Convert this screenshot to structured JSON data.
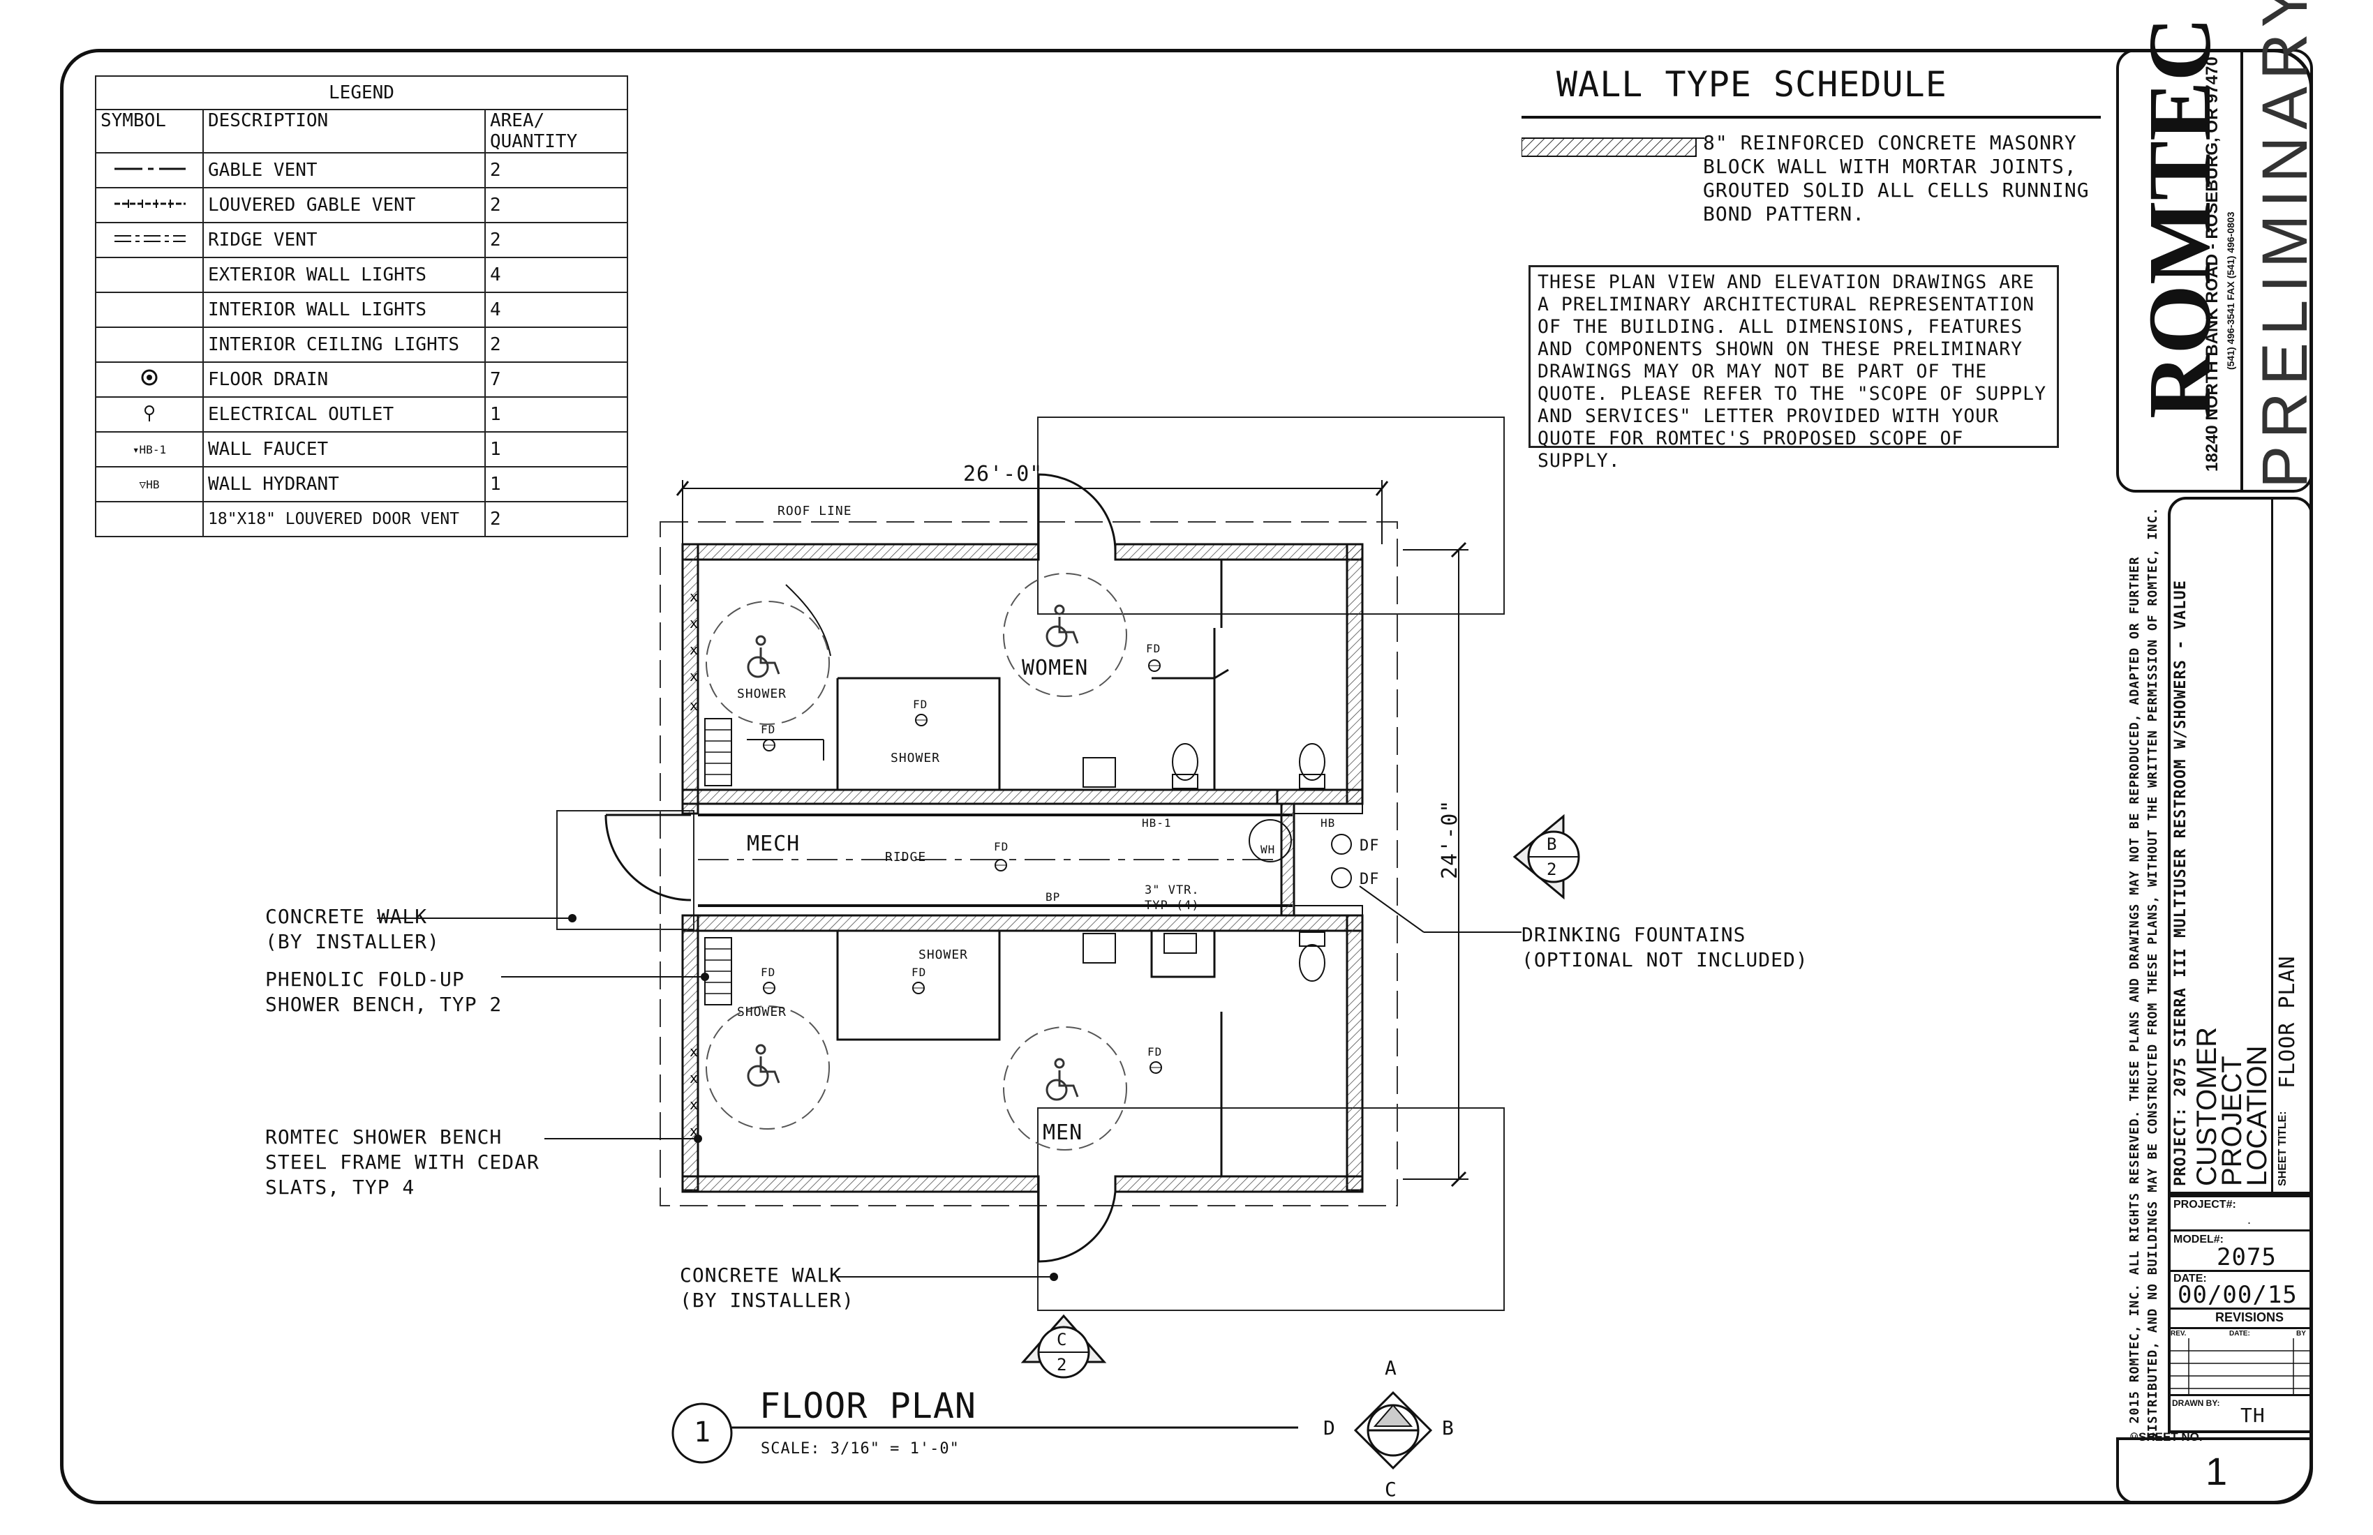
{
  "legend": {
    "title": "LEGEND",
    "headers": [
      "SYMBOL",
      "DESCRIPTION",
      "AREA/\nQUANTITY"
    ],
    "rows": [
      {
        "symbol": "gable-vent-line",
        "description": "GABLE VENT",
        "qty": "2"
      },
      {
        "symbol": "louvered-gable-vent-line",
        "description": "LOUVERED GABLE VENT",
        "qty": "2"
      },
      {
        "symbol": "ridge-vent-line",
        "description": "RIDGE VENT",
        "qty": "2"
      },
      {
        "symbol": "",
        "description": "EXTERIOR WALL LIGHTS",
        "qty": "4"
      },
      {
        "symbol": "",
        "description": "INTERIOR WALL LIGHTS",
        "qty": "4"
      },
      {
        "symbol": "",
        "description": "INTERIOR CEILING LIGHTS",
        "qty": "2"
      },
      {
        "symbol": "floor-drain-circle",
        "description": "FLOOR DRAIN",
        "qty": "7"
      },
      {
        "symbol": "outlet-symbol",
        "description": "ELECTRICAL OUTLET",
        "qty": "1"
      },
      {
        "symbol": "HB-1",
        "description": "WALL FAUCET",
        "qty": "1"
      },
      {
        "symbol": "HB",
        "description": "WALL HYDRANT",
        "qty": "1"
      },
      {
        "symbol": "",
        "description": "18\"X18\" LOUVERED DOOR VENT",
        "qty": "2"
      }
    ]
  },
  "wall_schedule": {
    "title": "WALL TYPE SCHEDULE",
    "description": "8\" REINFORCED CONCRETE MASONRY BLOCK WALL WITH MORTAR JOINTS, GROUTED SOLID ALL CELLS RUNNING BOND PATTERN."
  },
  "note": "THESE PLAN VIEW AND ELEVATION DRAWINGS ARE A PRELIMINARY ARCHITECTURAL REPRESENTATION OF THE BUILDING. ALL DIMENSIONS, FEATURES AND COMPONENTS SHOWN ON THESE PRELIMINARY DRAWINGS MAY OR MAY NOT BE PART OF THE QUOTE. PLEASE REFER TO THE \"SCOPE OF SUPPLY AND SERVICES\" LETTER PROVIDED WITH YOUR QUOTE FOR ROMTEC'S PROPOSED SCOPE OF SUPPLY.",
  "plan": {
    "dim_width": "26'-0\"",
    "dim_depth": "24'-0\"",
    "roof_line": "ROOF LINE",
    "rooms": {
      "women": "WOMEN",
      "men": "MEN",
      "mech": "MECH"
    },
    "shower": "SHOWER",
    "fd": "FD",
    "ridge": "RIDGE",
    "hb1": "HB-1",
    "hb": "HB",
    "bp": "BP",
    "vtr": "3\" VTR.",
    "vtr_typ": "TYP (4)",
    "wh": "WH",
    "df": "DF",
    "section_b": {
      "letter": "B",
      "sheet": "2"
    },
    "section_c": {
      "letter": "C",
      "sheet": "2"
    },
    "compass": {
      "a": "A",
      "b": "B",
      "c": "C",
      "d": "D"
    }
  },
  "callouts": {
    "concrete_walk_left": [
      "CONCRETE WALK",
      "(BY INSTALLER)"
    ],
    "shower_bench": [
      "PHENOLIC FOLD-UP",
      "SHOWER BENCH, TYP 2"
    ],
    "romtec_bench": [
      "ROMTEC SHOWER BENCH",
      "STEEL FRAME WITH CEDAR",
      "SLATS, TYP 4"
    ],
    "concrete_walk_bottom": [
      "CONCRETE WALK",
      "(BY INSTALLER)"
    ],
    "drinking_fountains": [
      "DRINKING FOUNTAINS",
      "(OPTIONAL NOT INCLUDED)"
    ]
  },
  "floor_plan": {
    "number": "1",
    "title": "FLOOR PLAN",
    "scale": "SCALE: 3/16\" = 1'-0\""
  },
  "title_block": {
    "company": "ROMTEC",
    "address": "18240 NORTH BANK ROAD - ROSEBURG, OR 97470",
    "phone": "(541) 496-3541    FAX (541) 496-0803",
    "stamp": "PRELIMINARY",
    "copyright_1": "© 2015 ROMTEC, INC. ALL RIGHTS RESERVED. THESE PLANS AND DRAWINGS MAY NOT BE REPRODUCED, ADAPTED OR FURTHER",
    "copyright_2": "DISTRIBUTED, AND NO BUILDINGS MAY BE CONSTRUCTED FROM THESE PLANS, WITHOUT THE WRITTEN PERMISSION OF ROMTEC, INC.",
    "project_line": "PROJECT: 2075 SIERRA III MULTIUSER RESTROOM  W/SHOWERS - VALUE",
    "customer": "CUSTOMER",
    "project": "PROJECT",
    "location": "LOCATION",
    "sheet_title_label": "SHEET TITLE:",
    "sheet_title": "FLOOR PLAN",
    "project_no_label": "PROJECT#:",
    "project_no": ".",
    "model_label": "MODEL#:",
    "model": "2075",
    "date_label": "DATE:",
    "date": "00/00/15",
    "revisions": "REVISIONS",
    "rev_cols": [
      "REV.",
      "DATE:",
      "BY"
    ],
    "drawn_by_label": "DRAWN BY:",
    "drawn_by": "TH",
    "sheet_no_label": "SHEET NO.",
    "sheet_no": "1"
  }
}
